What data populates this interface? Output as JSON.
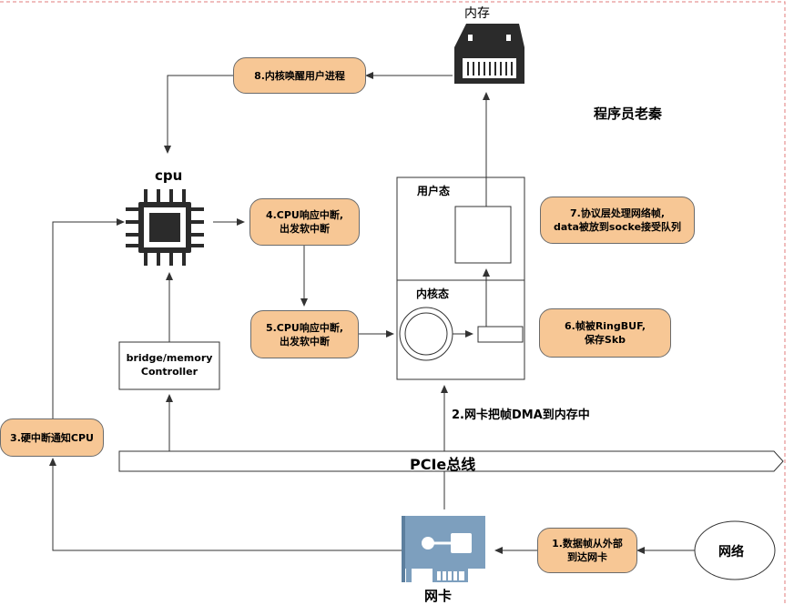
{
  "labels": {
    "memory": "内存",
    "cpu": "cpu",
    "watermark": "程序员老秦",
    "user_space": "用户态",
    "kernel_space": "内核态",
    "bridge_line1": "bridge/memory",
    "bridge_line2": "Controller",
    "pcie_bus": "PCIe总线",
    "nic": "网卡",
    "network": "网络",
    "dma": "2.网卡把帧DMA到内存中"
  },
  "steps": {
    "s1": [
      "1.数据帧从外部",
      "到达网卡"
    ],
    "s3": [
      "3.硬中断通知CPU"
    ],
    "s4": [
      "4.CPU响应中断,",
      "出发软中断"
    ],
    "s5": [
      "5.CPU响应中断,",
      "出发软中断"
    ],
    "s6": [
      "6.帧被RingBUF,",
      "保存Skb"
    ],
    "s7": [
      "7.协议层处理网络帧,",
      "data被放到socke接受队列"
    ],
    "s8": [
      "8.内核唤醒用户进程"
    ]
  },
  "colors": {
    "step_fill": "#f7c795",
    "nic_blue": "#7d9fbe",
    "icon_dark": "#2b2b2b",
    "border_dashed": "#e07b7b"
  }
}
